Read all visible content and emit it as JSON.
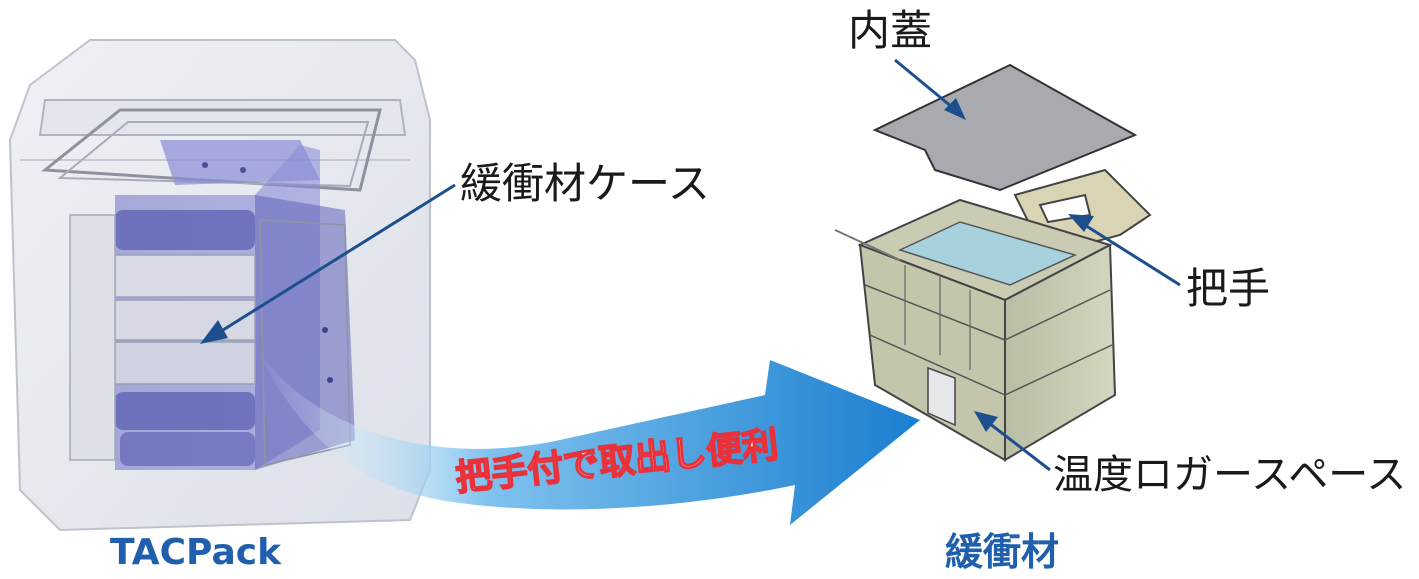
{
  "labels": {
    "inner_lid": "内蓋",
    "cushion_case": "緩衝材ケース",
    "handle": "把手",
    "logger_space": "温度ロガースペース"
  },
  "arrow_text": "把手付で取出し便利",
  "captions": {
    "left": "TACPack",
    "right": "緩衝材"
  },
  "colors": {
    "caption": "#1f5fae",
    "pointer": "#1d4f8f",
    "big_arrow": "#1a7fd0",
    "arrow_text_fill": "#ffffff",
    "arrow_text_stroke": "#e8313a"
  }
}
